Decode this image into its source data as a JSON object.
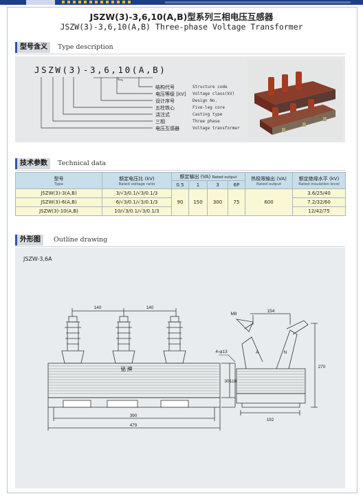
{
  "header": {
    "title_cn": "JSZW(3)-3,6,10(A,B)型系列三相电压互感器",
    "title_en": "JSZW(3)-3,6,10(A,B) Three-phase Voltage Transformer"
  },
  "type_section": {
    "tag": "型号含义",
    "label_en": "Type description",
    "code": "JSZW(3)-3,6,10(A,B)",
    "legend": [
      {
        "cn": "结构代号",
        "en": "Structure code"
      },
      {
        "cn": "电压等级 [kV]",
        "en": "Voltage class(kV)"
      },
      {
        "cn": "设计序号",
        "en": "Design No."
      },
      {
        "cn": "五柱铁心",
        "en": "Five-leg core"
      },
      {
        "cn": "浇注式",
        "en": "Casting type"
      },
      {
        "cn": "三相",
        "en": "Three phase"
      },
      {
        "cn": "电压互感器",
        "en": "Voltage transformer"
      }
    ]
  },
  "tech_section": {
    "tag": "技术参数",
    "label_en": "Technical data",
    "headers": {
      "type_cn": "型号",
      "type_en": "Type",
      "ratio_cn": "额定电压比 (kV)",
      "ratio_en": "Rated voltage ratio",
      "output_cn": "额定输出 (VA)",
      "output_en": "Rated output",
      "thermal_cn": "热极限输出 (VA)",
      "thermal_en": "Rated output",
      "insul_cn": "额定绝缘水平 (kV)",
      "insul_en": "Rated insulation level",
      "classes": [
        "0.5",
        "1",
        "3",
        "6P"
      ]
    },
    "rows": [
      {
        "type": "JSZW(3)-3(A,B)",
        "ratio": "3/√3/0.1/√3/0.1/3",
        "insulation": "3.6/25/40"
      },
      {
        "type": "JSZW(3)-6(A,B)",
        "ratio": "6/√3/0.1/√3/0.1/3",
        "insulation": "7.2/32/60"
      },
      {
        "type": "JSZW(3)-10(A,B)",
        "ratio": "10/√3/0.1/√3/0.1/3",
        "insulation": "12/42/75"
      }
    ],
    "outputs": [
      "90",
      "150",
      "300",
      "75"
    ],
    "thermal": "600"
  },
  "outline_section": {
    "tag": "外形图",
    "label_en": "Outline drawing",
    "model": "JSZW-3,6A",
    "nameplate": "铭 牌",
    "dims": {
      "d140a": "140",
      "d140b": "140",
      "d390": "390",
      "d479": "479",
      "d30": "30",
      "d118": "118",
      "m8": "M8",
      "d154": "154",
      "hole": "4-φ13",
      "d270": "270",
      "d192": "192",
      "phaseA": "A",
      "phaseN": "N"
    }
  }
}
